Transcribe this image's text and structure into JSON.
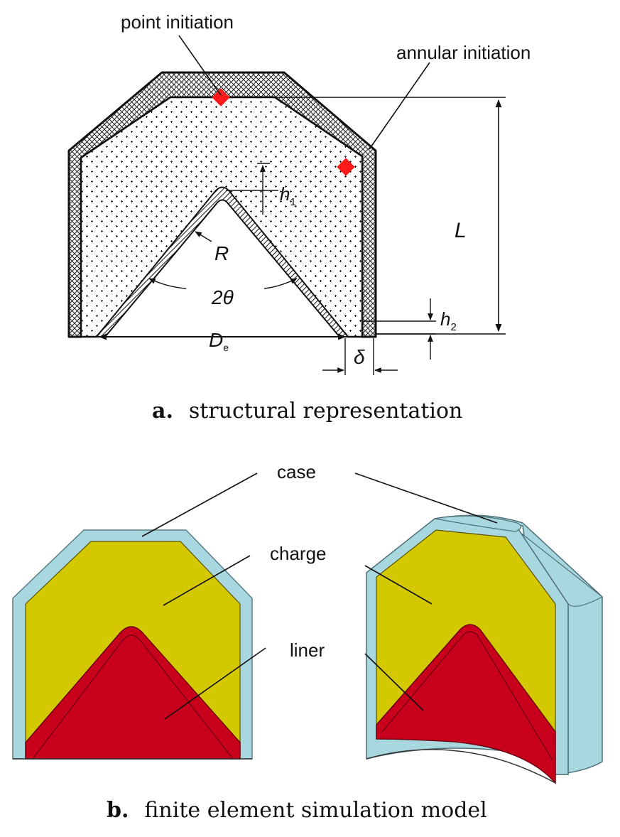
{
  "panel_a": {
    "callouts": {
      "point_initiation": "point initiation",
      "annular_initiation": "annular initiation"
    },
    "dimensions": {
      "h1_base": "h",
      "h1_sub": "1",
      "h2_base": "h",
      "h2_sub": "2",
      "L": "L",
      "R": "R",
      "angle": "2θ",
      "De_base": "D",
      "De_sub": "e",
      "delta": "δ"
    },
    "caption": {
      "letter": "a.",
      "text": "structural representation"
    }
  },
  "panel_b": {
    "callouts": {
      "case": "case",
      "charge": "charge",
      "liner": "liner"
    },
    "caption": {
      "letter": "b.",
      "text": "finite element simulation model"
    }
  },
  "colors": {
    "case": "#a9d7df",
    "charge": "#d4c900",
    "liner": "#c8001c",
    "initiation_marker": "#ff1a1a"
  }
}
